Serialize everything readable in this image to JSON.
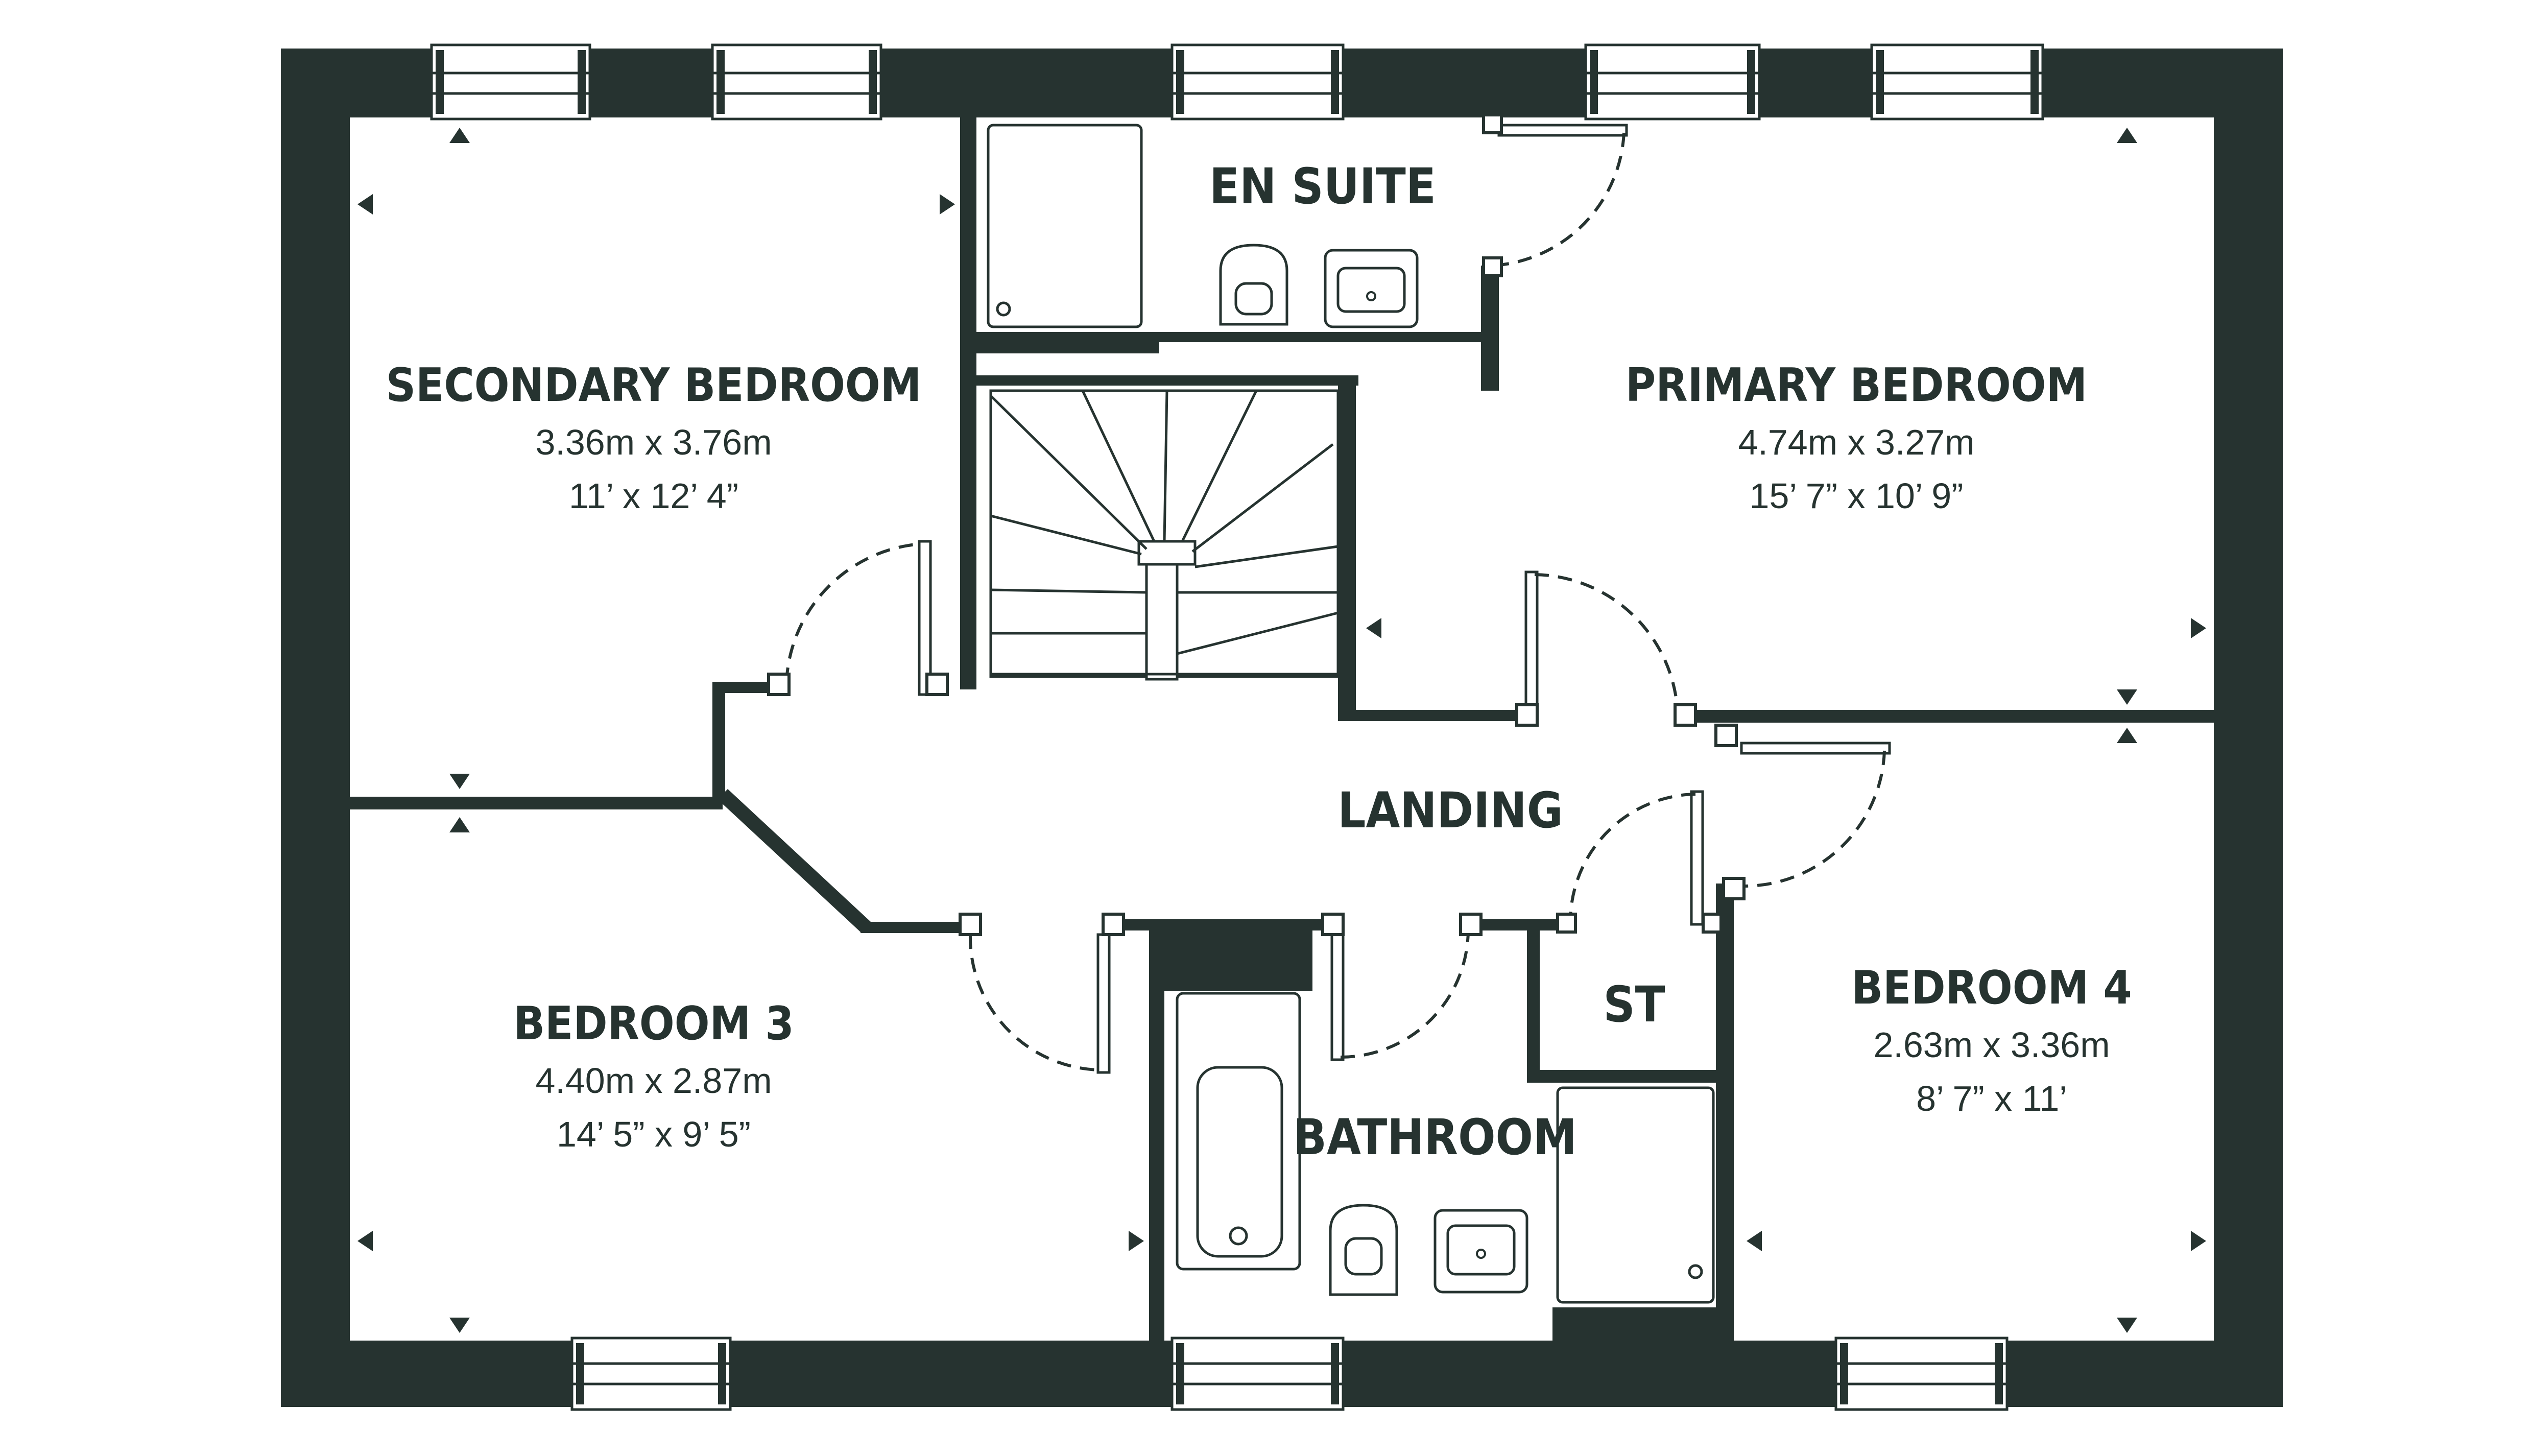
{
  "colors": {
    "wall": "#263330",
    "background": "#ffffff"
  },
  "rooms": {
    "en_suite": {
      "name": "EN SUITE"
    },
    "secondary": {
      "name": "SECONDARY BEDROOM",
      "metric": "3.36m x 3.76m",
      "imperial": "11’ x 12’ 4”"
    },
    "primary": {
      "name": "PRIMARY BEDROOM",
      "metric": "4.74m x 3.27m",
      "imperial": "15’ 7” x 10’ 9”"
    },
    "landing": {
      "name": "LANDING"
    },
    "bedroom3": {
      "name": "BEDROOM 3",
      "metric": "4.40m x 2.87m",
      "imperial": "14’ 5” x 9’ 5”"
    },
    "st": {
      "name": "ST"
    },
    "bedroom4": {
      "name": "BEDROOM 4",
      "metric": "2.63m x 3.36m",
      "imperial": "8’ 7” x 11’"
    },
    "bathroom": {
      "name": "BATHROOM"
    }
  }
}
